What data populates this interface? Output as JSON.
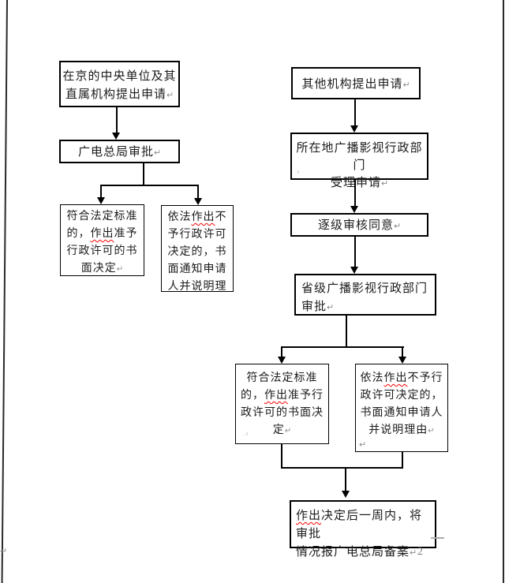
{
  "document": {
    "page_number": "2",
    "left_margin_paragraph_mark": "↵"
  },
  "flowchart": {
    "left_branch": {
      "apply_box": "在京的中央单位及其\n直属机构提出申请↵",
      "approval_box": "广电总局审批↵",
      "grant_box": "符合法定标准\n的，[[作出]]准予\n行政许可的书\n面决定↵",
      "deny_box": "依法[[作出]]不\n予行政许可\n决定的，书\n面通知申请\n人并说明理"
    },
    "right_branch": {
      "apply_box": "其他机构提出申请↵",
      "accept_box": "所在地广播影视行政部门\n受理申请↵",
      "accept_box_artifact": ".ı",
      "review_box": "逐级审核同意↵",
      "provincial_box": "省级广播影视行政部门\n审批↵",
      "grant_box": "符合法定标准\n的，[[作出]]准予行\n政许可的书面决\n定↵",
      "grant_box_artifact": ".ı",
      "deny_box": "依法[[作出]]不予行\n政许可决定的，\n书面通知申请人\n并说明理由↵",
      "deny_box_trailing_mark": "↵",
      "report_box": "[[作出]]决定后一周内，将审批\n情况报广电总局备案↵"
    },
    "colors": {
      "line": "#000000",
      "box_border": "#000000",
      "text": "#1c1c1c",
      "spellcheck_underline": "#ff0000",
      "paragraph_mark": "#8c8c8c",
      "page_number": "#7a7a7a"
    }
  }
}
